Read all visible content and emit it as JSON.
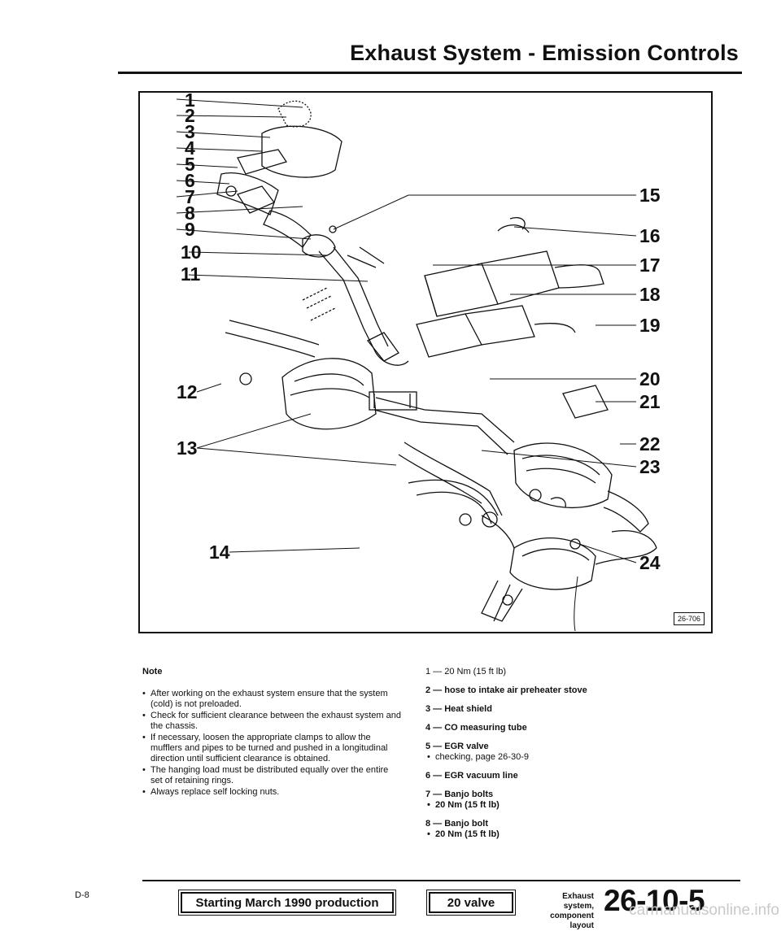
{
  "header": {
    "title": "Exhaust System - Emission Controls"
  },
  "figure": {
    "callouts_left": [
      "1",
      "2",
      "3",
      "4",
      "5",
      "6",
      "7",
      "8",
      "9",
      "10",
      "11",
      "12",
      "13",
      "14"
    ],
    "callouts_right": [
      "15",
      "16",
      "17",
      "18",
      "19",
      "20",
      "21",
      "22",
      "23",
      "24"
    ],
    "figure_id": "26-706"
  },
  "notes": {
    "heading": "Note",
    "items": [
      "After working on the exhaust system ensure that the system (cold) is not preloaded.",
      "Check for sufficient clearance between the exhaust system and the chassis.",
      "If necessary, loosen the appropriate clamps to allow the mufflers and pipes to be turned and pushed in a longitudinal direction until sufficient clearance is obtained.",
      "The hanging load must be distributed equally over the entire set of retaining rings.",
      "Always replace self locking nuts."
    ]
  },
  "legend": {
    "items": [
      {
        "label": "1 — 20 Nm (15 ft lb)",
        "bold": false,
        "subs": []
      },
      {
        "label": "2 — hose to intake air preheater stove",
        "bold": true,
        "subs": []
      },
      {
        "label": "3 — Heat shield",
        "bold": true,
        "subs": []
      },
      {
        "label": "4 — CO measuring tube",
        "bold": true,
        "subs": []
      },
      {
        "label": "5 — EGR valve",
        "bold": true,
        "subs": [
          {
            "text": "checking, page 26-30-9",
            "bold": false
          }
        ]
      },
      {
        "label": "6 — EGR vacuum line",
        "bold": true,
        "subs": []
      },
      {
        "label": "7 — Banjo bolts",
        "bold": true,
        "subs": [
          {
            "text": "20 Nm (15 ft lb)",
            "bold": true
          }
        ]
      },
      {
        "label": "8 — Banjo bolt",
        "bold": true,
        "subs": [
          {
            "text": "20 Nm (15 ft lb)",
            "bold": true
          }
        ]
      }
    ]
  },
  "footer": {
    "page_code": "D-8",
    "production_tag": "Starting March 1990 production",
    "valve_tag": "20 valve",
    "section_line1": "Exhaust system,",
    "section_line2": "component layout",
    "page_number": "26-10-5",
    "watermark": "carmanualsonline.info"
  }
}
